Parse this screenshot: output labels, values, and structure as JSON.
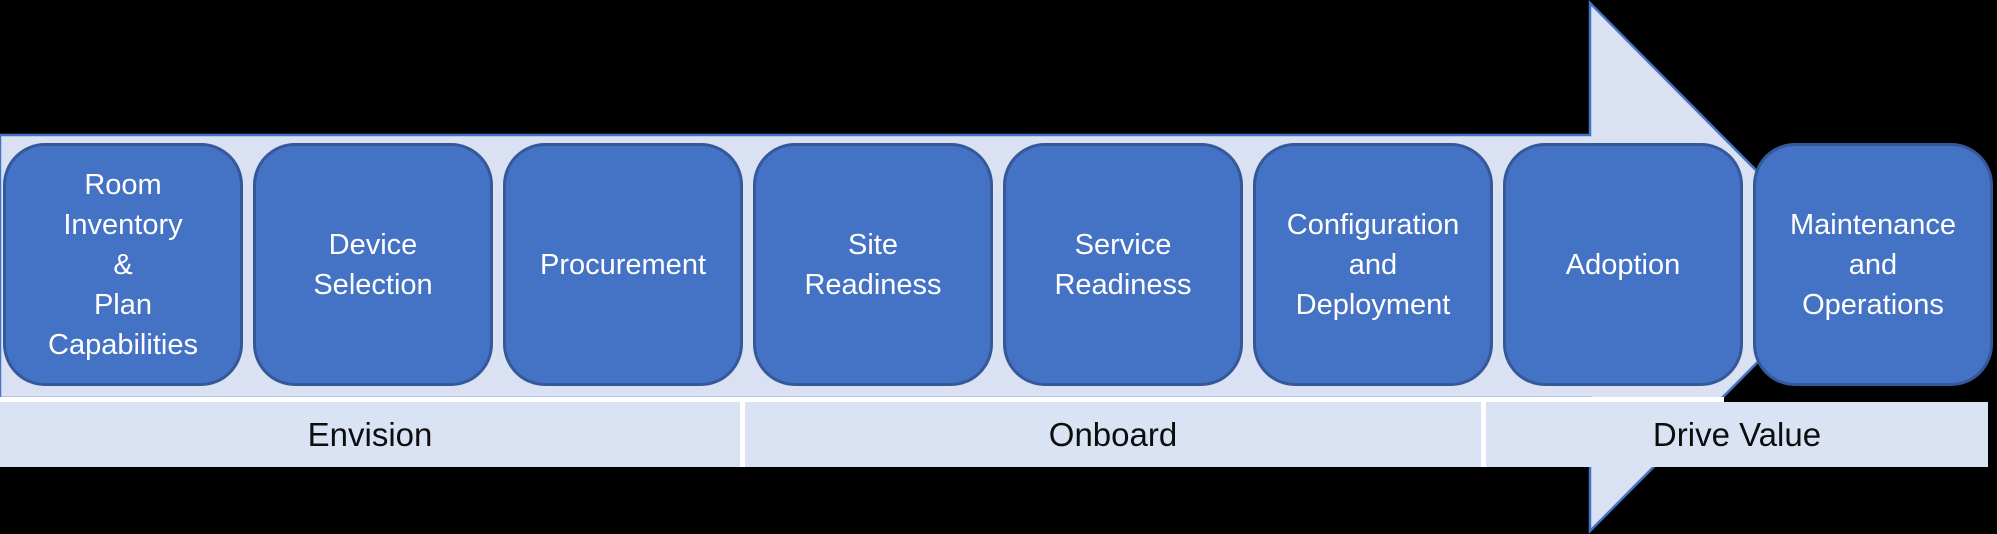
{
  "diagram": {
    "stages": [
      {
        "label": "Room\nInventory\n&\nPlan\nCapabilities"
      },
      {
        "label": "Device\nSelection"
      },
      {
        "label": "Procurement"
      },
      {
        "label": "Site\nReadiness"
      },
      {
        "label": "Service\nReadiness"
      },
      {
        "label": "Configuration\nand\nDeployment"
      },
      {
        "label": "Adoption"
      },
      {
        "label": "Maintenance\nand\nOperations"
      }
    ],
    "phases": [
      {
        "label": "Envision"
      },
      {
        "label": "Onboard"
      },
      {
        "label": "Drive Value"
      }
    ],
    "colors": {
      "background": "#000000",
      "arrow_fill": "#D9E1F2",
      "arrow_border": "#4472C4",
      "stage_fill": "#4472C4",
      "stage_border": "#35589B",
      "stage_text": "#FFFFFF",
      "phase_strip_fill": "#DAE3F3",
      "phase_text": "#0D0D0D",
      "separator": "#FFFFFF"
    }
  }
}
